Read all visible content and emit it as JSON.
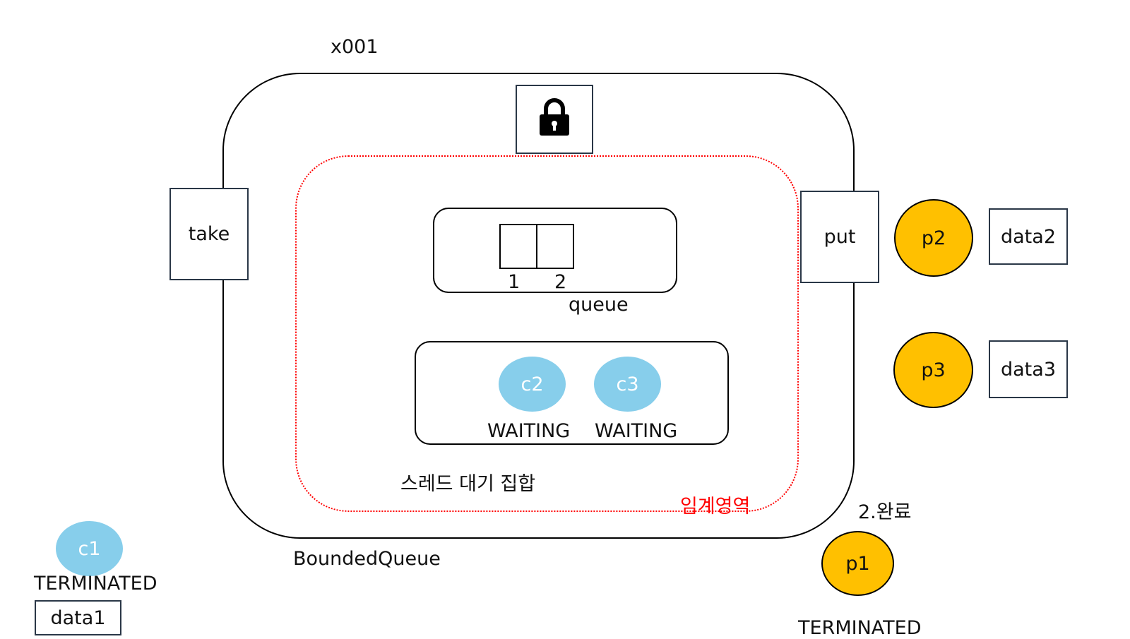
{
  "address": "x001",
  "object_label": "BoundedQueue",
  "critical_section_label": "임계영역",
  "methods": {
    "take": "take",
    "put": "put"
  },
  "lock": {
    "icon": "lock-icon"
  },
  "queue": {
    "label": "queue",
    "slots": [
      "1",
      "2"
    ]
  },
  "wait_set": {
    "label": "스레드 대기 집합",
    "threads": [
      {
        "name": "c2",
        "state": "WAITING"
      },
      {
        "name": "c3",
        "state": "WAITING"
      }
    ]
  },
  "producers": [
    {
      "name": "p2",
      "data": "data2"
    },
    {
      "name": "p3",
      "data": "data3"
    }
  ],
  "finished_producer": {
    "name": "p1",
    "step": "2.완료",
    "state": "TERMINATED"
  },
  "finished_consumer": {
    "name": "c1",
    "state": "TERMINATED",
    "data": "data1"
  },
  "colors": {
    "consumer": "#87ceeb",
    "producer": "#ffc000",
    "critical": "#ff0000"
  }
}
